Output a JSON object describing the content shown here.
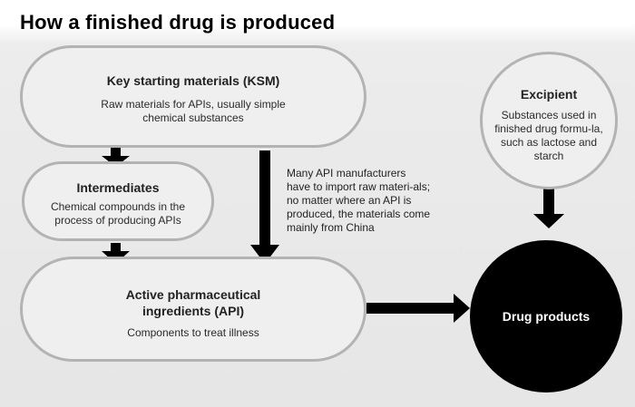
{
  "title": "How a finished drug is produced",
  "nodes": {
    "ksm": {
      "heading": "Key starting materials (KSM)",
      "description": "Raw materials for APIs, usually simple chemical substances"
    },
    "intermediates": {
      "heading": "Intermediates",
      "description": "Chemical compounds in the process of producing APIs"
    },
    "api": {
      "heading": "Active pharmaceutical ingredients (API)",
      "description": "Components to treat illness"
    },
    "excipient": {
      "heading": "Excipient",
      "description": "Substances used in finished drug formu-la, such as lactose and starch"
    },
    "drug_products": {
      "heading": "Drug products"
    }
  },
  "annotation": "Many API manufacturers have to import raw materi-als; no matter where an API is produced, the materials come mainly from China",
  "edges": [
    {
      "from": "ksm",
      "to": "intermediates"
    },
    {
      "from": "intermediates",
      "to": "api"
    },
    {
      "from": "ksm",
      "to": "api"
    },
    {
      "from": "excipient",
      "to": "drug_products"
    },
    {
      "from": "api",
      "to": "drug_products"
    }
  ],
  "colors": {
    "node_fill": "#efefef",
    "node_border": "#b3b3b3",
    "arrow": "#000000",
    "final_node": "#000000"
  }
}
